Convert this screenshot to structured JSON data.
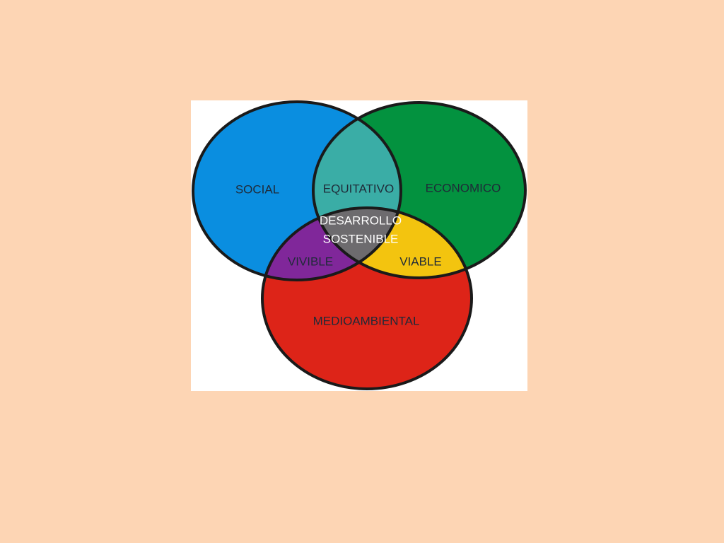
{
  "diagram": {
    "type": "venn",
    "sets": [
      {
        "id": "social",
        "label": "SOCIAL",
        "color": "#0a8ee0"
      },
      {
        "id": "economico",
        "label": "ECONOMICO",
        "color": "#03923f"
      },
      {
        "id": "medioambiental",
        "label": "MEDIOAMBIENTAL",
        "color": "#dd2418"
      }
    ],
    "intersections": [
      {
        "id": "social-economico",
        "label": "EQUITATIVO",
        "color": "#3aada6"
      },
      {
        "id": "social-medioambiental",
        "label": "VIVIBLE",
        "color": "#80279a"
      },
      {
        "id": "economico-medioambiental",
        "label": "VIABLE",
        "color": "#f3c40f"
      }
    ],
    "center": {
      "label_line1": "DESARROLLO",
      "label_line2": "SOSTENIBLE",
      "color": "#6d6b6e"
    },
    "outline_color": "#1a1a1a",
    "background": "#fdd5b4",
    "frame_background": "#ffffff"
  }
}
